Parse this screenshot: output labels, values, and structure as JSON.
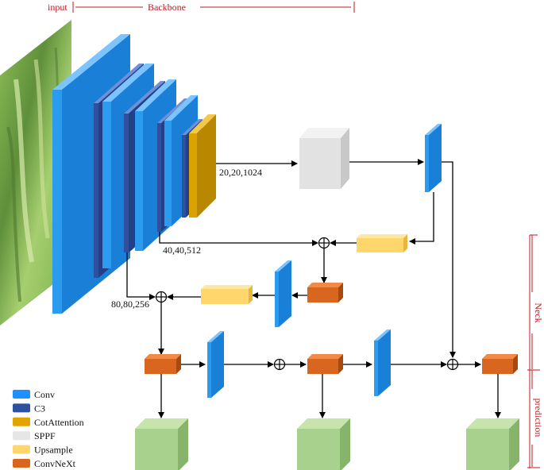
{
  "header": {
    "input_label": "input",
    "backbone_label": "Backbone"
  },
  "side": {
    "neck_label": "Neck",
    "prediction_label": "prediction"
  },
  "dims": {
    "d20": "20,20,1024",
    "d40": "40,40,512",
    "d80": "80,80,256"
  },
  "legend": [
    {
      "label": "Conv",
      "color": "#1e90ff"
    },
    {
      "label": "C3",
      "color": "#2f4f9f"
    },
    {
      "label": "CotAttention",
      "color": "#e3a400"
    },
    {
      "label": "SPPF",
      "color": "#e6e6e6"
    },
    {
      "label": "Upsample",
      "color": "#ffd66b"
    },
    {
      "label": "ConvNeXt",
      "color": "#d9661f"
    }
  ],
  "colors": {
    "conv": "#2b9bf0",
    "c3": "#2f4f9f",
    "cot": "#d9a400",
    "sppf": "#e6e6e6",
    "upsample": "#ffd66b",
    "convnext": "#d9661f",
    "output": "#a9d18e",
    "accent": "#c0181f"
  }
}
